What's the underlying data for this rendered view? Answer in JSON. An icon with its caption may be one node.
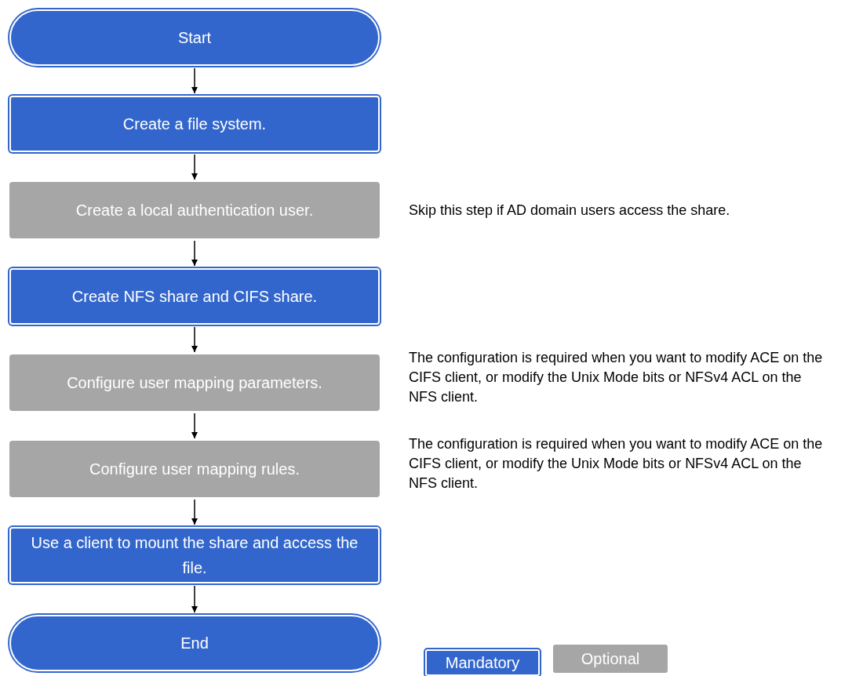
{
  "diagram": {
    "nodes": [
      {
        "text": [
          "Start"
        ]
      },
      {
        "text": [
          "Create a file system."
        ]
      },
      {
        "text": [
          "Create a local authentication user."
        ],
        "beside": [
          "Skip this step if AD domain users access the share."
        ]
      },
      {
        "text": [
          "Create NFS share and CIFS share."
        ]
      },
      {
        "text": [
          "Configure user mapping parameters."
        ],
        "beside": [
          "The configuration is required when you want to modify ACE on the CIFS client, or modify the Unix Mode bits or NFSv4 ACL on the NFS client."
        ]
      },
      {
        "text": [
          "Configure user mapping rules."
        ],
        "beside": [
          "The configuration is required when you want to modify ACE on the CIFS client, or modify the Unix Mode bits or NFSv4 ACL on the NFS client."
        ]
      },
      {
        "text": [
          "Use a client to mount the share and access the file."
        ]
      },
      {
        "text": [
          "End"
        ]
      }
    ],
    "edges": [
      {
        "from": 0,
        "to": 1,
        "arrow": "to"
      },
      {
        "from": 1,
        "to": 2,
        "arrow": "to"
      },
      {
        "from": 2,
        "to": 3,
        "arrow": "to"
      },
      {
        "from": 3,
        "to": 4,
        "arrow": "to"
      },
      {
        "from": 4,
        "to": 5,
        "arrow": "to"
      },
      {
        "from": 5,
        "to": 6,
        "arrow": "to"
      },
      {
        "from": 6,
        "to": 7,
        "arrow": "to"
      }
    ],
    "legend": [
      {
        "text": "Mandatory",
        "color": "#3366cc"
      },
      {
        "text": "Optional",
        "color": "#a6a6a6"
      }
    ]
  }
}
